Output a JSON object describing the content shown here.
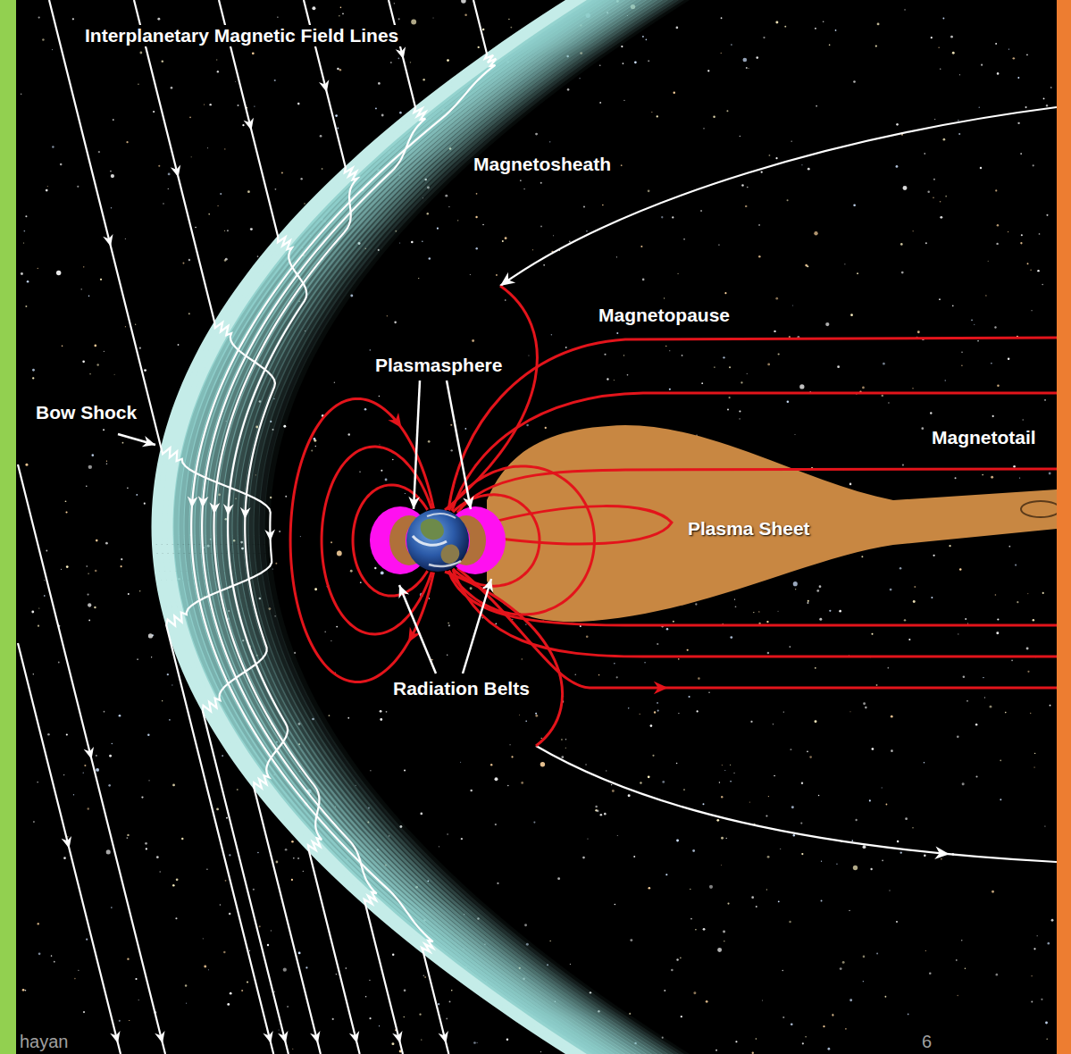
{
  "diagram": {
    "labels": [
      "Interplanetary Magnetic Field Lines",
      "Magnetosheath",
      "Magnetopause",
      "Plasmasphere",
      "Bow Shock",
      "Magnetotail",
      "Plasma Sheet",
      "Radiation Belts",
      "hayan",
      "6"
    ]
  }
}
